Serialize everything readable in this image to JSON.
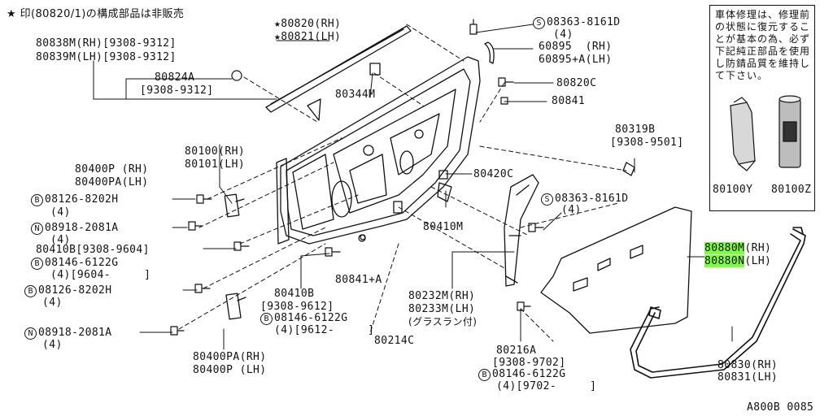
{
  "header": {
    "note": "★ 印(80820/1)の構成部品は非販売"
  },
  "notice": {
    "text": "車体修理は、修理前の状態に復元することが基本の為、必ず下記純正部品を使用し防錆品質を維持して下さい。",
    "items": [
      {
        "code": "80100Y",
        "icon": "sealant-tube-icon"
      },
      {
        "code": "80100Z",
        "icon": "spray-can-icon"
      }
    ]
  },
  "parts": {
    "p80838m": "80838M(RH)[9308-9312]",
    "p80839m": "80839M(LH)[9308-9312]",
    "p80820rh": "★80820(RH)",
    "p80821lh": "★80821(LH)",
    "p80824a": "80824A",
    "p80824a_date": "[9308-9312]",
    "p80344m": "80344M",
    "p08363_top": "08363-8161D",
    "p08363_top_qty": "(4)",
    "p60895": "60895  (RH)",
    "p60895a": "60895+A(LH)",
    "p80820c": "80820C",
    "p80841": "80841",
    "p80319b": "80319B",
    "p80319b_date": "[9308-9501]",
    "p80100": "80100(RH)",
    "p80101": "80101(LH)",
    "p80400p": "80400P (RH)",
    "p80400pa": "80400PA(LH)",
    "b08126_top": "08126-8202H",
    "b08126_top_qty": "(4)",
    "n08918_top": "08918-2081A",
    "n08918_top_qty": "(4)",
    "p80410b_top": "80410B[9308-9604]",
    "b08146_left": "08146-6122G",
    "b08146_left_qty": "(4)[9604-     ]",
    "b08126_bot": "08126-8202H",
    "b08126_bot_qty": "(4)",
    "n08918_bot": "08918-2081A",
    "n08918_bot_qty": "(4)",
    "p80420c": "80420C",
    "p80410m": "80410M",
    "p80841a": "80841+A",
    "p80410b_mid": "80410B",
    "p80410b_mid_date": "[9308-9612]",
    "b08146_mid": "08146-6122G",
    "b08146_mid_qty": "(4)[9612-     ]",
    "p80214c": "80214C",
    "p80400pa_bot": "80400PA(RH)",
    "p80400p_bot": "80400P (LH)",
    "p08363_mid": "08363-8161D",
    "p08363_mid_qty": "(4)",
    "p80232m": "80232M(RH)",
    "p80233m": "80233M(LH)",
    "p80232m_note": "(グラスラン付)",
    "p80880m": "80880M(RH)",
    "p80880n": "80880N(LH)",
    "p80216a": "80216A",
    "p80216a_date": "[9308-9702]",
    "b08146_right": "08146-6122G",
    "b08146_right_qty": "(4)[9702-     ]",
    "p80830": "80830(RH)",
    "p80831": "80831(LH)"
  },
  "highlight": {
    "color": "#7dff3a",
    "codes": [
      "80880M",
      "80880N"
    ]
  },
  "footer": {
    "ref": "A800B 0085"
  },
  "symbols": {
    "bolt": "B",
    "nut": "N",
    "screw": "S"
  }
}
